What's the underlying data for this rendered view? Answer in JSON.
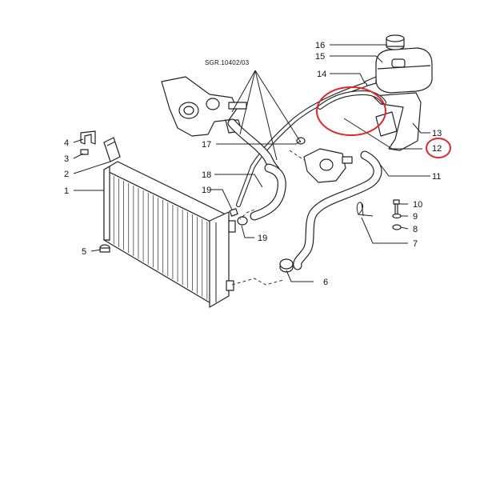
{
  "diagram": {
    "reference_code": "SGR.10402/03",
    "highlight_color": "#e3262b",
    "callouts": [
      {
        "id": "c1",
        "label": "1"
      },
      {
        "id": "c2",
        "label": "2"
      },
      {
        "id": "c3",
        "label": "3"
      },
      {
        "id": "c4",
        "label": "4"
      },
      {
        "id": "c5",
        "label": "5"
      },
      {
        "id": "c6",
        "label": "6"
      },
      {
        "id": "c7",
        "label": "7"
      },
      {
        "id": "c8",
        "label": "8"
      },
      {
        "id": "c9",
        "label": "9"
      },
      {
        "id": "c10",
        "label": "10"
      },
      {
        "id": "c11",
        "label": "11"
      },
      {
        "id": "c12",
        "label": "12",
        "highlighted": true
      },
      {
        "id": "c13",
        "label": "13"
      },
      {
        "id": "c14",
        "label": "14"
      },
      {
        "id": "c15",
        "label": "15"
      },
      {
        "id": "c16",
        "label": "16"
      },
      {
        "id": "c17",
        "label": "17"
      },
      {
        "id": "c18",
        "label": "18"
      },
      {
        "id": "c19a",
        "label": "19"
      },
      {
        "id": "c19b",
        "label": "19"
      }
    ]
  }
}
